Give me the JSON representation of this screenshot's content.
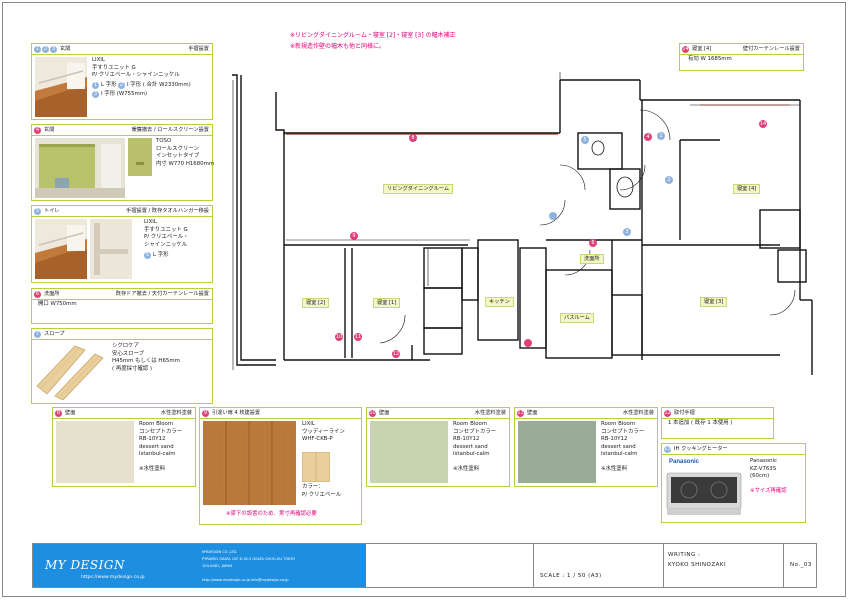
{
  "notes": [
    "※リビングダイニングルーム・寝室 [2]・寝室 [3] の幅木補正",
    "※新規造作壁の幅木も他と同様に。"
  ],
  "cards": {
    "handrail": {
      "nums": [
        "1",
        "2",
        "3"
      ],
      "title": "玄関",
      "type": "手摺設置",
      "brand": "LIXIL",
      "product": "手すりユニット G",
      "color": "P/ クリエペール・シャインニッケル",
      "item1": "L 字形",
      "item2": "I 字形 ( 合計 W2330mm)",
      "item3": "I 字形 (W755mm)"
    },
    "screen": {
      "num": "4",
      "title": "玄関",
      "type": "暖簾撤去 / ロールスクリーン設置",
      "lines": [
        "TOSO",
        "ロールスクリーン",
        "インセットタイプ",
        "内寸 W770 H1680mm"
      ]
    },
    "toilet": {
      "num": "5",
      "title": "トイレ",
      "type": "手摺設置 / 既存タオルハンガー移設",
      "lines": [
        "LIXIL",
        "手すりユニット G",
        "P/ クリエペール・",
        "シャインニッケル"
      ],
      "sub_num": "5",
      "sub_text": "L 字形"
    },
    "washroom": {
      "num": "6",
      "title": "洗面所",
      "type": "既存ドア撤去 / 天付カーテンレール設置",
      "lines": [
        "開口 W750mm"
      ]
    },
    "slope": {
      "num": "7",
      "title": "スロープ",
      "lines": [
        "シクロケア",
        "安心スロープ",
        "H45mm もしくは H65mm",
        "( 再度採寸確認 )"
      ]
    },
    "bedroom4": {
      "num": "14",
      "title": "寝室 [4]",
      "type": "壁付カーテンレール設置",
      "lines": [
        "有効 W 1685mm"
      ]
    },
    "wall8": {
      "num": "8",
      "title": "壁面",
      "type": "水性塗料塗装",
      "lines": [
        "Room Bloom",
        "コンセプトカラー",
        "RB-10Y12",
        "dessert sand",
        "Istanbul-calm"
      ],
      "footnote": "※水性塗料",
      "swatch": "#e6e0cf"
    },
    "doors": {
      "num": "9",
      "title": "引違い扉 4 枚建設置",
      "lines": [
        "LIXIL",
        "ウッディーライン",
        "WHF-CKB-P"
      ],
      "color_label": "カラー：",
      "color_value": "P/ クリエペール",
      "footnote": "※梁下の設置のため、実寸再確認必要"
    },
    "wall10": {
      "num": "10",
      "title": "壁面",
      "type": "水性塗料塗装",
      "lines": [
        "Room Bloom",
        "コンセプトカラー",
        "RB-10Y12",
        "dessert sand",
        "Istanbul-calm"
      ],
      "footnote": "※水性塗料",
      "swatch": "#c7d3b1"
    },
    "wall11": {
      "num": "11",
      "title": "壁面",
      "type": "水性塗料塗装",
      "lines": [
        "Room Bloom",
        "コンセプトカラー",
        "RB-10Y12",
        "dessert sand",
        "Istanbul-calm"
      ],
      "footnote": "※水性塗料",
      "swatch": "#9aab97"
    },
    "handle": {
      "num": "12",
      "title": "取付手摺",
      "lines": [
        "1 本追加 ( 既存 1 本使用 )"
      ]
    },
    "cooktop": {
      "num": "13",
      "title": "IH クッキングヒーター",
      "brand_logo": "Panasonic",
      "lines": [
        "Panasonic",
        "KZ-V763S",
        "(60cm)"
      ],
      "footnote": "※サイズ再確認"
    }
  },
  "plan": {
    "rooms": {
      "living": "リビングダイニングルーム",
      "bed2": "寝室 [2]",
      "bed1": "寝室 [1]",
      "kitchen": "キッチン",
      "bath": "バスルーム",
      "wash": "洗面所",
      "bed3": "寝室 [3]",
      "bed4": "寝室 [4]"
    },
    "markers": [
      "8",
      "9",
      "10",
      "11",
      "12",
      "14",
      "4",
      "6",
      "1",
      "2",
      "3",
      "5"
    ]
  },
  "footer": {
    "logo": "MY DESIGN",
    "url": "https://www.mydesign.co.jp",
    "company": "MYDESIGN CO.,LTD.",
    "addr1": "PYRAMID GINZA 10F 8-18-3 GINZA CHUO-KU TOKYO",
    "addr2": "104-0061, JAPAN",
    "web": "http://www.mydesign.co.jp   info@mydesign.co.jp",
    "scale": "SCALE : 1 / 50 (A3)",
    "writing_label": "WRITING :",
    "writing_name": "KYOKO SHINOZAKI",
    "page_no": "No._03"
  },
  "colors": {
    "card_border": "#b6d23a",
    "accent_pink": "#e0007a",
    "accent_blue": "#1e8ee0"
  }
}
